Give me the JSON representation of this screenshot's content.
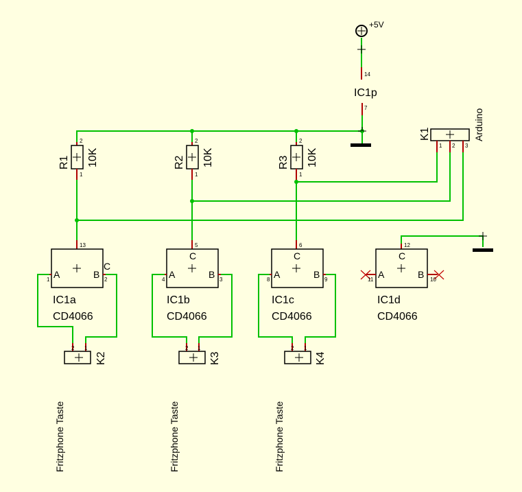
{
  "power": {
    "label": "+5V",
    "pin_vcc": "14",
    "pin_gnd": "7",
    "name": "IC1p"
  },
  "resistors": [
    {
      "name": "R1",
      "value": "10K",
      "pin_top": "2",
      "pin_bottom": "1"
    },
    {
      "name": "R2",
      "value": "10K",
      "pin_top": "2",
      "pin_bottom": "1"
    },
    {
      "name": "R3",
      "value": "10K",
      "pin_top": "2",
      "pin_bottom": "1"
    }
  ],
  "connector_k1": {
    "name": "K1",
    "label": "Arduino",
    "pins": [
      "1",
      "2",
      "3"
    ]
  },
  "switches": [
    {
      "name": "IC1a",
      "part": "CD4066",
      "pin_c": "13",
      "pin_a": "1",
      "pin_b": "2",
      "label_a": "A",
      "label_b": "B",
      "label_c": "C"
    },
    {
      "name": "IC1b",
      "part": "CD4066",
      "pin_c": "5",
      "pin_a": "4",
      "pin_b": "3",
      "label_a": "A",
      "label_b": "B",
      "label_c": "C"
    },
    {
      "name": "IC1c",
      "part": "CD4066",
      "pin_c": "6",
      "pin_a": "8",
      "pin_b": "9",
      "label_a": "A",
      "label_b": "B",
      "label_c": "C"
    },
    {
      "name": "IC1d",
      "part": "CD4066",
      "pin_c": "12",
      "pin_a": "11",
      "pin_b": "10",
      "label_a": "A",
      "label_b": "B",
      "label_c": "C"
    }
  ],
  "buttons": [
    {
      "name": "K2",
      "pin_left": "2",
      "pin_right": "1",
      "caption": "Fritzphone Taste"
    },
    {
      "name": "K3",
      "pin_left": "2",
      "pin_right": "1",
      "caption": "Fritzphone Taste"
    },
    {
      "name": "K4",
      "pin_left": "2",
      "pin_right": "1",
      "caption": "Fritzphone Taste"
    }
  ]
}
